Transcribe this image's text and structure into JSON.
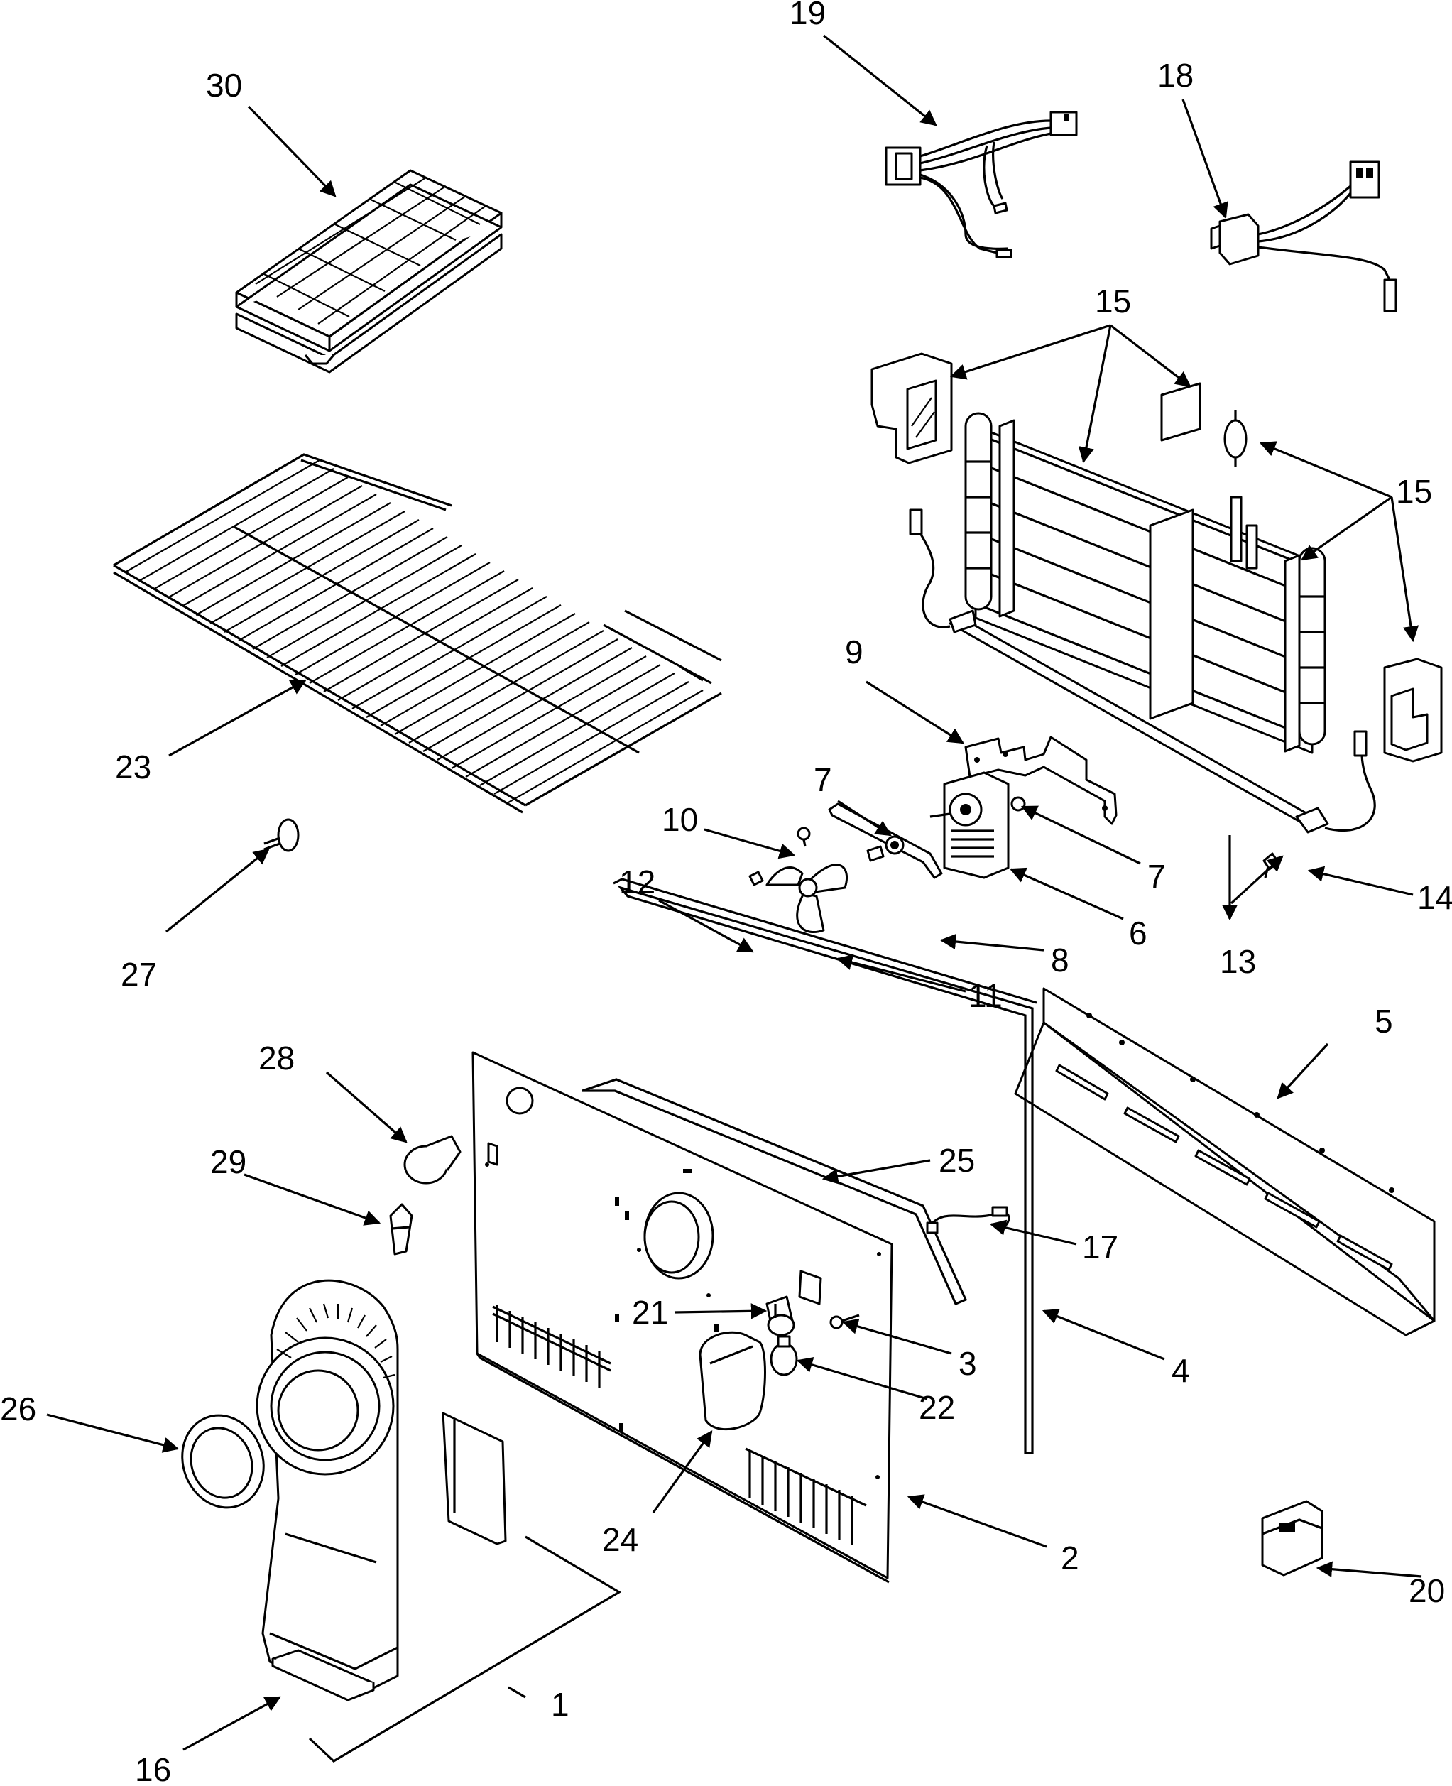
{
  "labels": {
    "l1": "1",
    "l2": "2",
    "l3": "3",
    "l4": "4",
    "l5": "5",
    "l6": "6",
    "l7a": "7",
    "l7b": "7",
    "l8": "8",
    "l9": "9",
    "l10": "10",
    "l11": "11",
    "l12": "12",
    "l13": "13",
    "l14": "14",
    "l15a": "15",
    "l15b": "15",
    "l16": "16",
    "l17": "17",
    "l18": "18",
    "l19": "19",
    "l20": "20",
    "l21": "21",
    "l22": "22",
    "l23": "23",
    "l24": "24",
    "l25": "25",
    "l26": "26",
    "l27": "27",
    "l28": "28",
    "l29": "29",
    "l30": "30"
  }
}
